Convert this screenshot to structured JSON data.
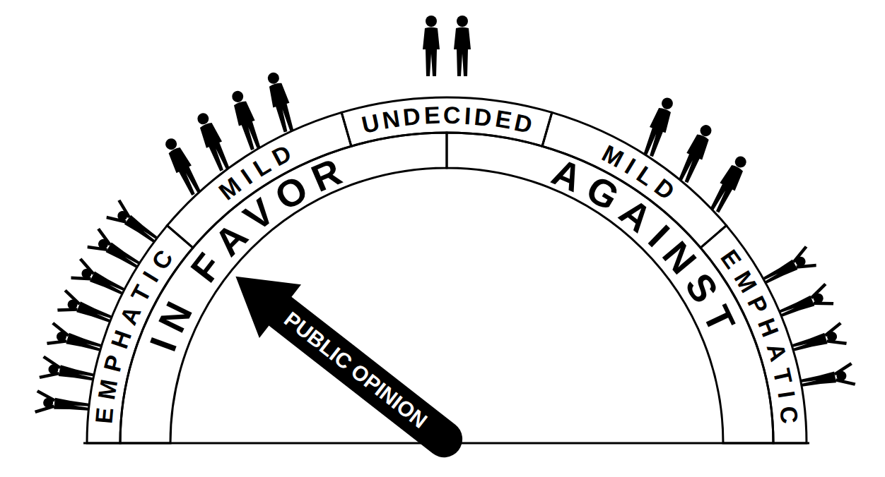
{
  "diagram": {
    "nodes": [
      {
        "text": [
          "EMPHATIC"
        ]
      },
      {
        "text": [
          "MILD"
        ]
      },
      {
        "text": [
          "UNDECIDED"
        ]
      },
      {
        "text": [
          "MILD"
        ]
      },
      {
        "text": [
          "EMPHATIC"
        ]
      },
      {
        "text": [
          "IN FAVOR"
        ]
      },
      {
        "text": [
          "AGAINST"
        ]
      },
      {
        "text": [
          "PUBLIC OPINION"
        ]
      }
    ]
  }
}
